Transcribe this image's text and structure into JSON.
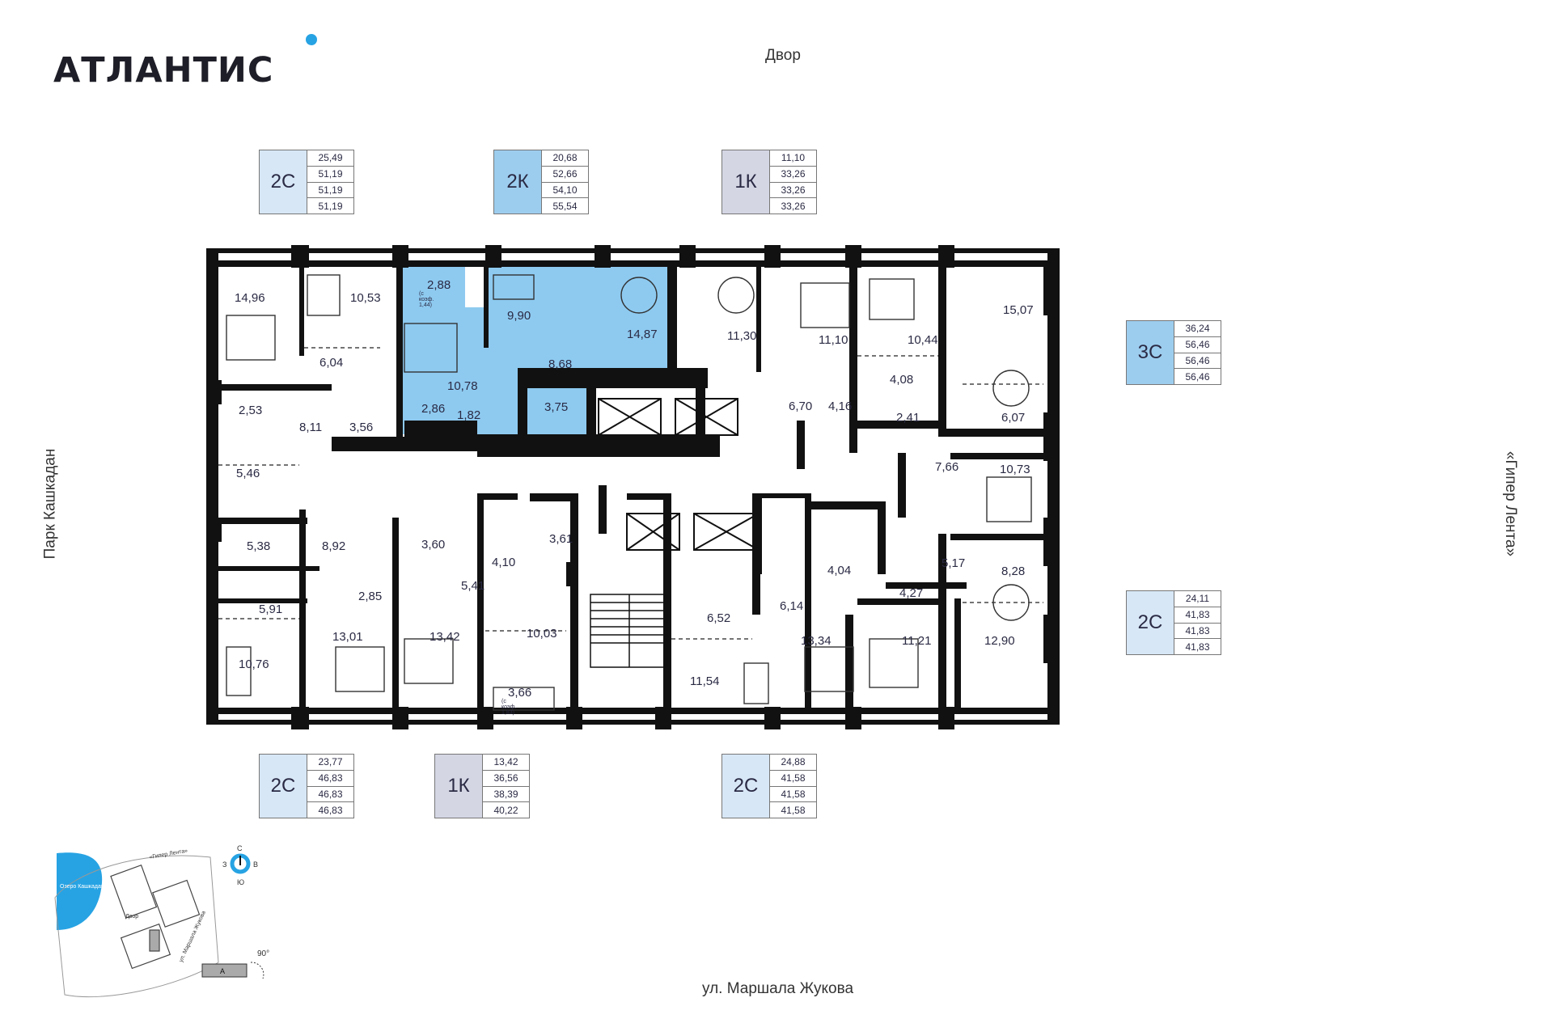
{
  "brand": {
    "name": "АТЛАНТИС"
  },
  "labels": {
    "top": "Двор",
    "bottom": "ул. Маршала Жукова",
    "left": "Парк Кашкадан",
    "right": "«Гипер Лента»"
  },
  "cards": [
    {
      "type": "2С",
      "values": [
        "25,49",
        "51,19",
        "51,19",
        "51,19"
      ],
      "style": "light"
    },
    {
      "type": "2К",
      "values": [
        "20,68",
        "52,66",
        "54,10",
        "55,54"
      ],
      "style": "blue"
    },
    {
      "type": "1К",
      "values": [
        "11,10",
        "33,26",
        "33,26",
        "33,26"
      ],
      "style": "grey"
    },
    {
      "type": "3С",
      "values": [
        "36,24",
        "56,46",
        "56,46",
        "56,46"
      ],
      "style": "blue"
    },
    {
      "type": "2С",
      "values": [
        "24,11",
        "41,83",
        "41,83",
        "41,83"
      ],
      "style": "light"
    },
    {
      "type": "2С",
      "values": [
        "23,77",
        "46,83",
        "46,83",
        "46,83"
      ],
      "style": "light"
    },
    {
      "type": "1К",
      "values": [
        "13,42",
        "36,56",
        "38,39",
        "40,22"
      ],
      "style": "grey"
    },
    {
      "type": "2С",
      "values": [
        "24,88",
        "41,58",
        "41,58",
        "41,58"
      ],
      "style": "light"
    }
  ],
  "rooms": [
    "14,96",
    "10,53",
    "2,88",
    "(с коэф. 1,44)",
    "9,90",
    "14,87",
    "11,30",
    "11,10",
    "10,44",
    "15,07",
    "6,04",
    "8,68",
    "10,78",
    "6,70",
    "4,08",
    "2,53",
    "8,11",
    "3,56",
    "2,86",
    "1,82",
    "3,75",
    "4,16",
    "2,41",
    "6,07",
    "5,46",
    "7,66",
    "10,73",
    "8,92",
    "3,60",
    "4,10",
    "3,61",
    "5,38",
    "5,41",
    "4,04",
    "4,27",
    "5,17",
    "8,28",
    "2,85",
    "5,91",
    "13,01",
    "13,42",
    "10,03",
    "6,52",
    "6,14",
    "13,34",
    "11,21",
    "12,90",
    "10,76",
    "3,66",
    "(с коэф. 1,83)",
    "11,54"
  ],
  "minimap": {
    "compass": {
      "n": "С",
      "s": "Ю",
      "w": "З",
      "e": "В"
    },
    "lake": "Озеро Кашкадан",
    "road_top": "«Гипер Лента»",
    "yard": "Двор",
    "road_bottom": "ул. Маршала Жукова",
    "angle": "90°",
    "section": "А"
  },
  "colors": {
    "accent": "#27a3e3",
    "wall": "#111111",
    "highlight": "#8ecaf0",
    "card_light": "#d7e7f6",
    "card_blue": "#9dcdee",
    "card_grey": "#d4d6e4"
  }
}
